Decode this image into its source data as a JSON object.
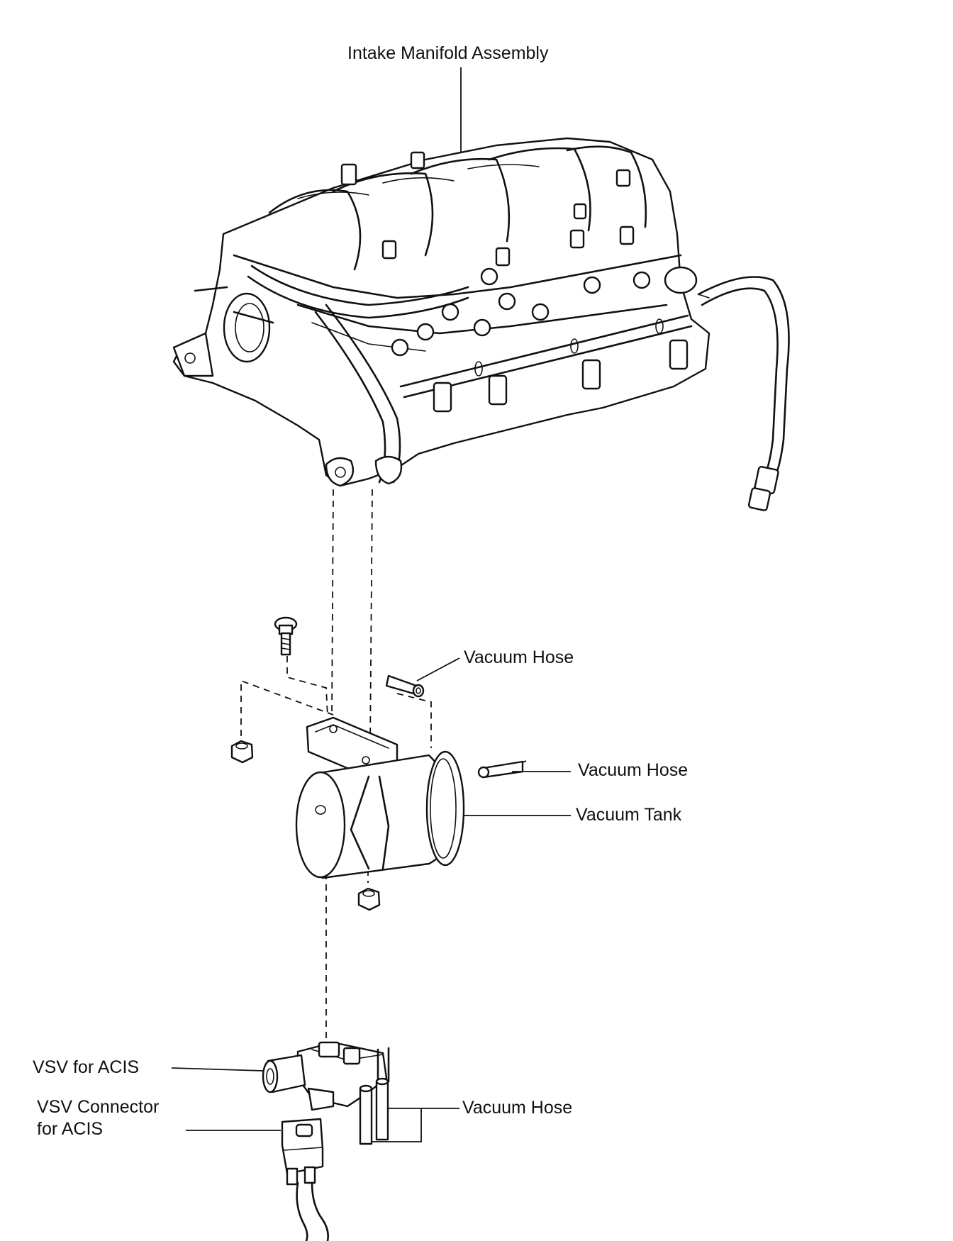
{
  "labels": {
    "intake_manifold": "Intake Manifold Assembly",
    "vacuum_hose_1": "Vacuum Hose",
    "vacuum_hose_2": "Vacuum Hose",
    "vacuum_tank": "Vacuum Tank",
    "vsv_for_acis": "VSV for ACIS",
    "vsv_connector_line1": "VSV Connector",
    "vsv_connector_line2": "for ACIS",
    "vacuum_hose_3": "Vacuum Hose"
  }
}
